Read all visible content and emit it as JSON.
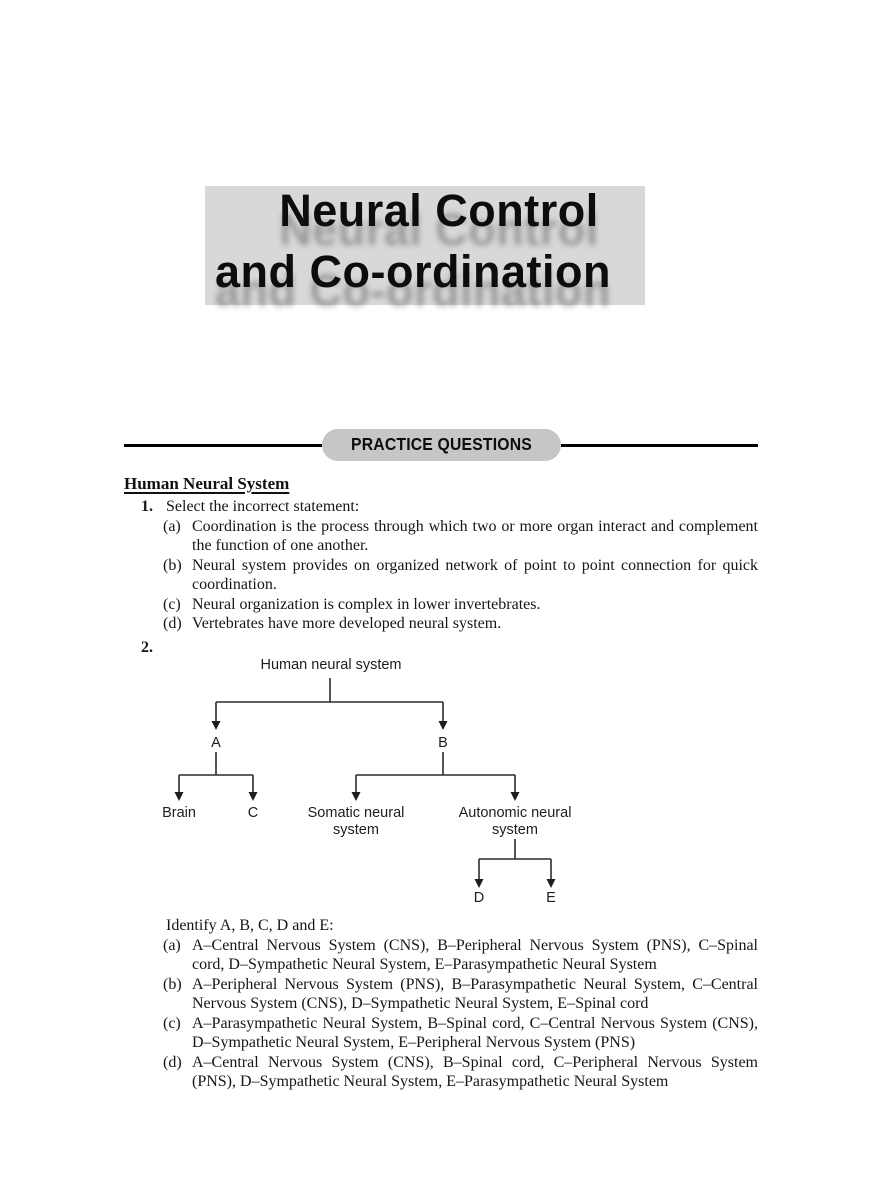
{
  "page": {
    "title_line1": "Neural Control",
    "title_line2": "and Co-ordination",
    "section_header": "PRACTICE QUESTIONS",
    "topic_heading": "Human Neural System"
  },
  "question1": {
    "number": "1.",
    "text": "Select the incorrect statement:",
    "options": [
      {
        "label": "(a)",
        "text": "Coordination is the process through which two or more organ interact and complement the function of one another."
      },
      {
        "label": "(b)",
        "text": "Neural system provides on organized network of point to point connection for quick coordination."
      },
      {
        "label": "(c)",
        "text": "Neural organization is complex in lower invertebrates."
      },
      {
        "label": "(d)",
        "text": "Vertebrates have more developed neural system."
      }
    ]
  },
  "question2": {
    "number": "2.",
    "diagram": {
      "root": "Human neural system",
      "node_a": "A",
      "node_b": "B",
      "node_brain": "Brain",
      "node_c": "C",
      "node_somatic": "Somatic neural\nsystem",
      "node_autonomic": "Autonomic neural\nsystem",
      "node_d": "D",
      "node_e": "E"
    },
    "prompt": "Identify A, B, C, D and E:",
    "options": [
      {
        "label": "(a)",
        "text": "A–Central Nervous System (CNS), B–Peripheral Nervous System (PNS), C–Spinal cord, D–Sympathetic Neural System, E–Parasympathetic Neural System"
      },
      {
        "label": "(b)",
        "text": "A–Peripheral Nervous System (PNS), B–Parasympathetic Neural System, C–Central Nervous System (CNS), D–Sympathetic Neural System, E–Spinal cord"
      },
      {
        "label": "(c)",
        "text": "A–Parasympathetic Neural System, B–Spinal cord, C–Central Nervous System (CNS), D–Sympathetic Neural System, E–Peripheral Nervous System (PNS)"
      },
      {
        "label": "(d)",
        "text": "A–Central Nervous System (CNS), B–Spinal cord, C–Peripheral Nervous System (PNS), D–Sympathetic Neural System, E–Parasympathetic Neural System"
      }
    ]
  },
  "colors": {
    "title_box_bg": "#d8d8d8",
    "pill_bg": "#c6c6c6",
    "ink": "#161616",
    "diagram_line": "#2b2b2b"
  }
}
